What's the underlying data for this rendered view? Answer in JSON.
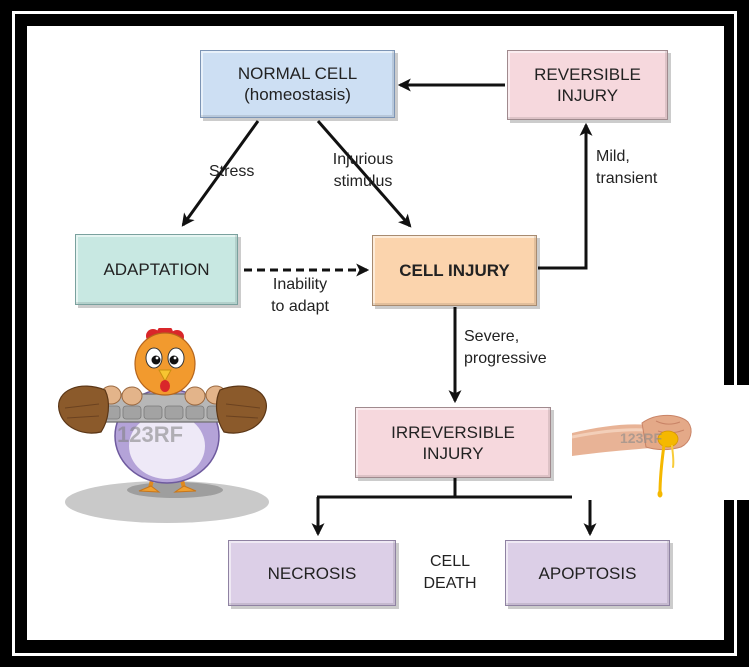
{
  "diagram": {
    "nodes": {
      "normal_cell": {
        "lines": [
          "NORMAL CELL",
          "(homeostasis)"
        ]
      },
      "reversible_injury": {
        "lines": [
          "REVERSIBLE",
          "INJURY"
        ]
      },
      "adaptation": {
        "lines": [
          "ADAPTATION"
        ]
      },
      "cell_injury": {
        "lines": [
          "CELL INJURY"
        ]
      },
      "irreversible_injury": {
        "lines": [
          "IRREVERSIBLE",
          "INJURY"
        ]
      },
      "necrosis": {
        "lines": [
          "NECROSIS"
        ]
      },
      "apoptosis": {
        "lines": [
          "APOPTOSIS"
        ]
      }
    },
    "edge_labels": {
      "stress": [
        "Stress"
      ],
      "injurious_stimulus": [
        "Injurious",
        "stimulus"
      ],
      "mild_transient": [
        "Mild,",
        "transient"
      ],
      "inability_to_adapt": [
        "Inability",
        "to adapt"
      ],
      "severe_progressive": [
        "Severe,",
        "progressive"
      ],
      "cell_death": [
        "CELL",
        "DEATH"
      ]
    }
  },
  "images": {
    "chicken": {
      "icon": "chicken-holding-egg-tray-icon",
      "watermark": "123RF"
    },
    "hand": {
      "icon": "hand-squeezing-egg-icon",
      "watermark": "123RF"
    }
  },
  "colors": {
    "normal_cell_fill": "#cddff3",
    "reversible_fill": "#f6d8dd",
    "adaptation_fill": "#c8e8e2",
    "cell_injury_fill": "#fbd4ad",
    "irreversible_fill": "#f6d8dd",
    "cell_death_fill": "#dccfe7",
    "arrow": "#111111"
  }
}
